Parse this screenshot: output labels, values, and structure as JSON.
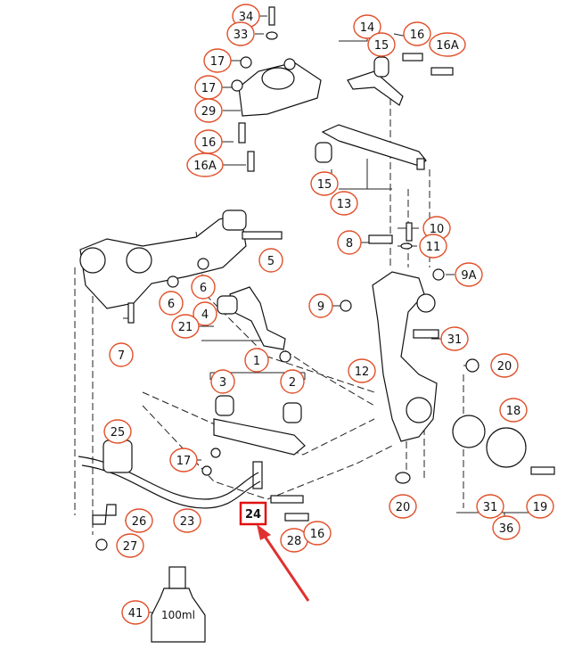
{
  "title": "",
  "callouts": [
    {
      "id": "c34",
      "text": "34"
    },
    {
      "id": "c33",
      "text": "33"
    },
    {
      "id": "c17a",
      "text": "17"
    },
    {
      "id": "c17b",
      "text": "17"
    },
    {
      "id": "c29",
      "text": "29"
    },
    {
      "id": "c16a",
      "text": "16"
    },
    {
      "id": "c16Aa",
      "text": "16A"
    },
    {
      "id": "c14",
      "text": "14"
    },
    {
      "id": "c15a",
      "text": "15"
    },
    {
      "id": "c16b",
      "text": "16"
    },
    {
      "id": "c16Ab",
      "text": "16A"
    },
    {
      "id": "c15b",
      "text": "15"
    },
    {
      "id": "c13",
      "text": "13"
    },
    {
      "id": "c10",
      "text": "10"
    },
    {
      "id": "c8",
      "text": "8"
    },
    {
      "id": "c11",
      "text": "11"
    },
    {
      "id": "c9A",
      "text": "9A"
    },
    {
      "id": "c5",
      "text": "5"
    },
    {
      "id": "c6a",
      "text": "6"
    },
    {
      "id": "c6b",
      "text": "6"
    },
    {
      "id": "c9",
      "text": "9"
    },
    {
      "id": "c4",
      "text": "4"
    },
    {
      "id": "c21",
      "text": "21"
    },
    {
      "id": "c7",
      "text": "7"
    },
    {
      "id": "c31a",
      "text": "31"
    },
    {
      "id": "c1",
      "text": "1"
    },
    {
      "id": "c12",
      "text": "12"
    },
    {
      "id": "c20a",
      "text": "20"
    },
    {
      "id": "c3",
      "text": "3"
    },
    {
      "id": "c2",
      "text": "2"
    },
    {
      "id": "c18",
      "text": "18"
    },
    {
      "id": "c25",
      "text": "25"
    },
    {
      "id": "c17c",
      "text": "17"
    },
    {
      "id": "c26",
      "text": "26"
    },
    {
      "id": "c23",
      "text": "23"
    },
    {
      "id": "c27",
      "text": "27"
    },
    {
      "id": "c28",
      "text": "28"
    },
    {
      "id": "c16c",
      "text": "16"
    },
    {
      "id": "c20b",
      "text": "20"
    },
    {
      "id": "c31b",
      "text": "31"
    },
    {
      "id": "c19",
      "text": "19"
    },
    {
      "id": "c36",
      "text": "36"
    },
    {
      "id": "c41",
      "text": "41"
    }
  ],
  "highlight": {
    "text": "24"
  },
  "bottle_label": "100ml",
  "colors": {
    "callout_ring": "#e0502a",
    "highlight_box": "#e01010",
    "arrow": "#e03030",
    "ink": "#111111"
  }
}
